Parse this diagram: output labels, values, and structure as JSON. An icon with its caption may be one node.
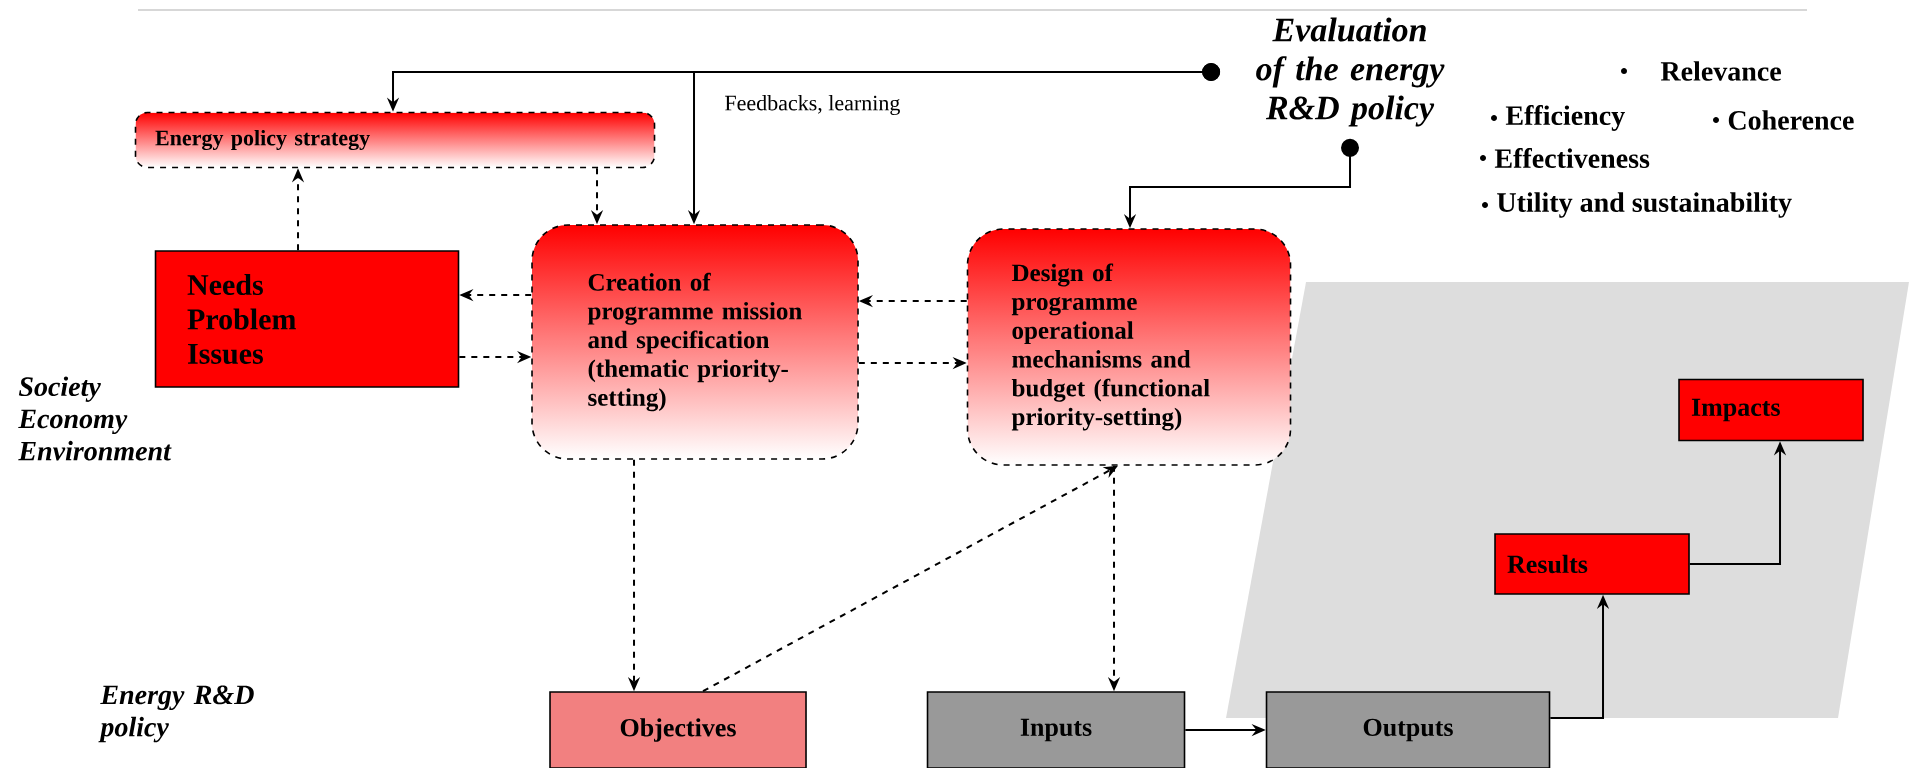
{
  "diagram": {
    "nodes": [
      {
        "text": [
          "Evaluation of the energy R&D policy"
        ]
      },
      {
        "text": [
          "Energy policy strategy"
        ]
      },
      {
        "text": [
          "Needs",
          "Problem",
          "Issues"
        ]
      },
      {
        "text": [
          "Creation of programme mission and specification (thematic priority-setting)"
        ]
      },
      {
        "text": [
          "Design of programme operational mechanisms and budget (functional priority-setting)"
        ]
      },
      {
        "text": [
          "Objectives"
        ]
      },
      {
        "text": [
          "Inputs"
        ]
      },
      {
        "text": [
          "Outputs"
        ]
      },
      {
        "text": [
          "Results"
        ]
      },
      {
        "text": [
          "Impacts"
        ]
      }
    ],
    "edges": [
      {
        "from": 0,
        "to": 1,
        "arrow": "to"
      },
      {
        "from": 0,
        "to": 3,
        "arrow": "to",
        "label": "Feedbacks, learning"
      },
      {
        "from": 0,
        "to": 4,
        "arrow": "to"
      },
      {
        "from": 2,
        "to": 1,
        "arrow": "to",
        "style": "dashed"
      },
      {
        "from": 1,
        "to": 3,
        "arrow": "to",
        "style": "dashed"
      },
      {
        "from": 3,
        "to": 2,
        "arrow": "to",
        "style": "dashed"
      },
      {
        "from": 2,
        "to": 3,
        "arrow": "to",
        "style": "dashed"
      },
      {
        "from": 4,
        "to": 3,
        "arrow": "to",
        "style": "dashed"
      },
      {
        "from": 3,
        "to": 4,
        "arrow": "to",
        "style": "dashed"
      },
      {
        "from": 3,
        "to": 5,
        "arrow": "to",
        "style": "dashed"
      },
      {
        "from": 5,
        "to": 4,
        "arrow": "to",
        "style": "dashed"
      },
      {
        "from": 4,
        "to": 6,
        "arrow": "to",
        "style": "dashed"
      },
      {
        "from": 6,
        "to": 7,
        "arrow": "to"
      },
      {
        "from": 7,
        "to": 8,
        "arrow": "to"
      },
      {
        "from": 8,
        "to": 9,
        "arrow": "to"
      }
    ],
    "labels": [
      "Relevance",
      "Efficiency",
      "Coherence",
      "Effectiveness",
      "Utility and sustainability",
      "Society Economy Environment",
      "Energy R&D policy"
    ]
  }
}
